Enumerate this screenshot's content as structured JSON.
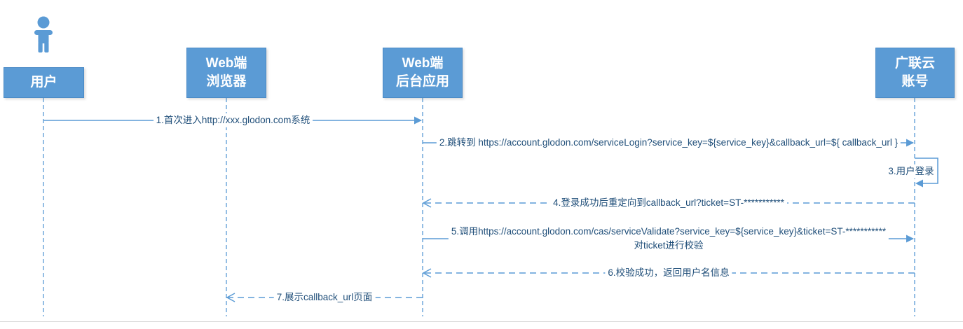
{
  "diagram": {
    "type": "sequence",
    "participants": [
      {
        "id": "user",
        "kind": "actor",
        "label_lines": [
          "用户"
        ]
      },
      {
        "id": "browser",
        "kind": "object",
        "label_lines": [
          "Web端",
          "浏览器"
        ]
      },
      {
        "id": "backend",
        "kind": "object",
        "label_lines": [
          "Web端",
          "后台应用"
        ]
      },
      {
        "id": "glodon",
        "kind": "object",
        "label_lines": [
          "广联云",
          "账号"
        ]
      }
    ],
    "messages": [
      {
        "seq": "1",
        "from": "user",
        "to": "backend",
        "kind": "sync",
        "label_lines": [
          "1.首次进入http://xxx.glodon.com系统"
        ]
      },
      {
        "seq": "2",
        "from": "backend",
        "to": "glodon",
        "kind": "sync",
        "label_lines": [
          "2.跳转到 https://account.glodon.com/serviceLogin?service_key=${service_key}&callback_url=${ callback_url }"
        ]
      },
      {
        "seq": "3",
        "from": "glodon",
        "to": "glodon",
        "kind": "self",
        "label_lines": [
          "3.用户登录"
        ]
      },
      {
        "seq": "4",
        "from": "glodon",
        "to": "backend",
        "kind": "return",
        "label_lines": [
          "4.登录成功后重定向到callback_url?ticket=ST-***********"
        ]
      },
      {
        "seq": "5",
        "from": "backend",
        "to": "glodon",
        "kind": "sync",
        "label_lines": [
          "5.调用https://account.glodon.com/cas/serviceValidate?service_key=${service_key}&ticket=ST-***********",
          "对ticket进行校验"
        ]
      },
      {
        "seq": "6",
        "from": "glodon",
        "to": "backend",
        "kind": "return",
        "label_lines": [
          "6.校验成功，返回用户名信息"
        ]
      },
      {
        "seq": "7",
        "from": "backend",
        "to": "browser",
        "kind": "return",
        "label_lines": [
          "7.展示callback_url页面"
        ]
      }
    ],
    "colors": {
      "participant_fill": "#5B9BD5",
      "participant_border": "#4A8AC6",
      "participant_text": "#FFFFFF",
      "line": "#5B9BD5",
      "label_text": "#1F4E79",
      "page_boundary": "#D8D8D8"
    }
  }
}
